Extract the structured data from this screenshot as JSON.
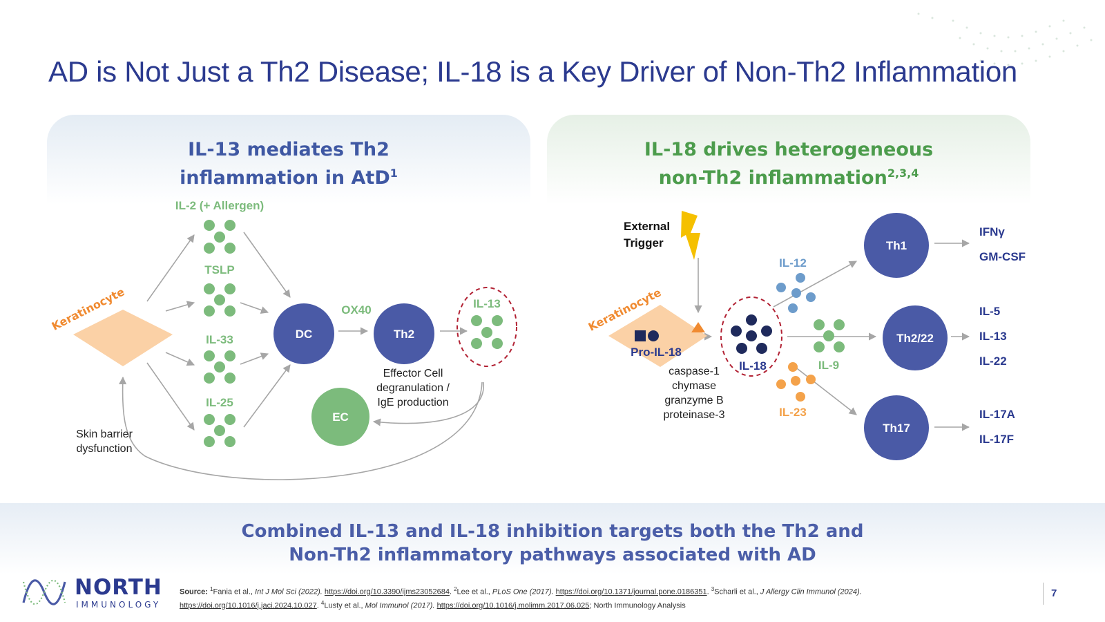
{
  "title": "AD is Not Just a Th2 Disease; IL-18 is a Key Driver of Non-Th2 Inflammation",
  "left_panel": {
    "heading_line1": "IL-13 mediates Th2",
    "heading_line2": "inflammation in AtD",
    "heading_sup": "1",
    "keratinocyte": "Keratinocyte",
    "il2": "IL-2 (+ Allergen)",
    "tslp": "TSLP",
    "il33": "IL-33",
    "il25": "IL-25",
    "dc": "DC",
    "ox40": "OX40",
    "th2": "Th2",
    "il13": "IL-13",
    "ec": "EC",
    "effector_line1": "Effector Cell",
    "effector_line2": "degranulation /",
    "effector_line3": "IgE production",
    "skin_line1": "Skin barrier",
    "skin_line2": "dysfunction"
  },
  "right_panel": {
    "heading_line1": "IL-18 drives heterogeneous",
    "heading_line2": "non-Th2 inflammation",
    "heading_sup": "2,3,4",
    "external_line1": "External",
    "external_line2": "Trigger",
    "keratinocyte": "Keratinocyte",
    "pro_il18": "Pro-IL-18",
    "enzymes": [
      "caspase-1",
      "chymase",
      "granzyme B",
      "proteinase-3"
    ],
    "il18": "IL-18",
    "il12": "IL-12",
    "il9": "IL-9",
    "il23": "IL-23",
    "th1": "Th1",
    "th222": "Th2/22",
    "th17": "Th17",
    "th1_outputs": [
      "IFNγ",
      "GM-CSF"
    ],
    "th222_outputs": [
      "IL-5",
      "IL-13",
      "IL-22"
    ],
    "th17_outputs": [
      "IL-17A",
      "IL-17F"
    ]
  },
  "summary_line1": "Combined IL-13 and IL-18 inhibition targets both the Th2 and",
  "summary_line2": "Non-Th2 inflammatory pathways associated with AD",
  "logo": {
    "word": "NORTH",
    "sub": "IMMUNOLOGY"
  },
  "source": {
    "label": "Source:",
    "s1_sup": "1",
    "s1_text": "Fania et al., ",
    "s1_journal": "Int J Mol Sci (2022).",
    "s1_link": "https://doi.org/10.3390/ijms23052684",
    "s2_sup": "2",
    "s2_text": "Lee et al., ",
    "s2_journal": "PLoS One (2017).",
    "s2_link": "https://doi.org/10.1371/journal.pone.0186351",
    "s3_sup": "3",
    "s3_text": "Scharli et al., ",
    "s3_journal": "J Allergy Clin Immunol",
    "s3_year": "(2024).",
    "s3_link": "https://doi.org/10.1016/j.jaci.2024.10.027",
    "s4_sup": "4",
    "s4_text": "Lusty et al., ",
    "s4_journal": "Mol Immunol (2017).",
    "s4_link": "https://doi.org/10.1016/j.molimm.2017.06.025",
    "tail": "; North Immunology Analysis"
  },
  "page_number": "7",
  "colors": {
    "navy": "#2b3a8f",
    "cell_blue": "#4a5aa6",
    "green": "#7cbb7c",
    "orange": "#f4a24a",
    "keratinocyte_fill": "#fbd1a6",
    "dashed_red": "#b22234",
    "il12_blue": "#6d9ccb",
    "lightning": "#f5c000"
  }
}
